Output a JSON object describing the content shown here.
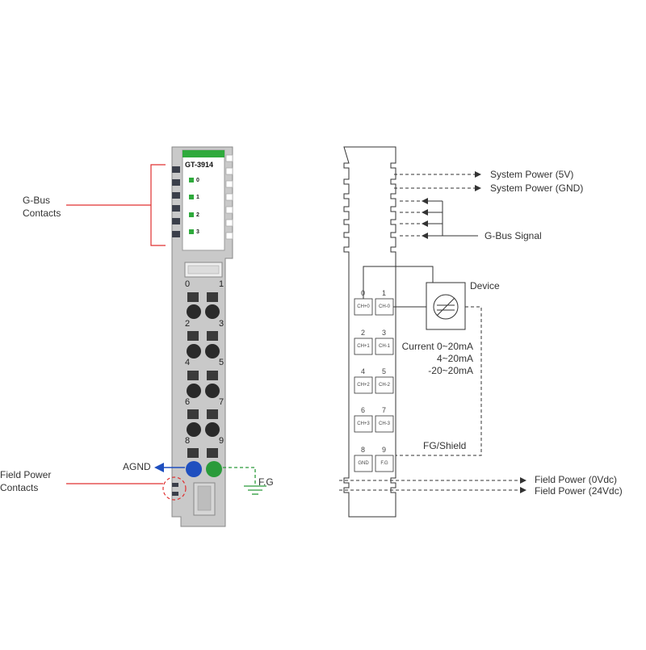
{
  "module": {
    "model": "GT-3914",
    "led_labels": [
      "0",
      "1",
      "2",
      "3"
    ],
    "terminal_numbers": [
      "0",
      "1",
      "2",
      "3",
      "4",
      "5",
      "6",
      "7",
      "8",
      "9"
    ],
    "agnd_label": "AGND",
    "fg_label": "F.G"
  },
  "callouts": {
    "gbus_line1": "G-Bus",
    "gbus_line2": "Contacts",
    "field_line1": "Field Power",
    "field_line2": "Contacts"
  },
  "schematic": {
    "pin_numbers": [
      "0",
      "1",
      "2",
      "3",
      "4",
      "5",
      "6",
      "7",
      "8",
      "9"
    ],
    "channel_boxes": [
      "CH+0",
      "CH-0",
      "CH+1",
      "CH-1",
      "CH+2",
      "CH-2",
      "CH+3",
      "CH-3",
      "GND",
      "F.G"
    ],
    "system_power_5v": "System Power (5V)",
    "system_power_gnd": "System Power (GND)",
    "gbus_signal": "G-Bus Signal",
    "device": "Device",
    "current_line1": "Current 0~20mA",
    "current_line2": "4~20mA",
    "current_line3": "-20~20mA",
    "fg_shield": "FG/Shield",
    "field_power_0v": "Field Power (0Vdc)",
    "field_power_24v": "Field Power (24Vdc)"
  },
  "colors": {
    "callout_red": "#e03030",
    "module_grey": "#c7c7c7",
    "led_green": "#2faa3c",
    "agnd_blue": "#1f4fbf",
    "fg_green": "#2a9b3a",
    "line_dark": "#333333"
  }
}
